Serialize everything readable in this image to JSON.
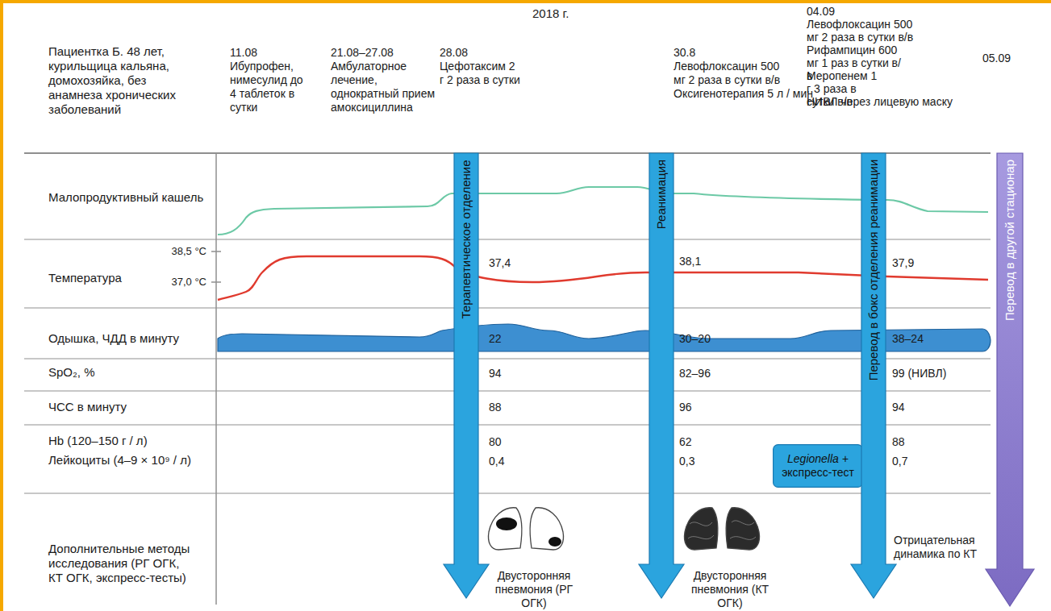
{
  "diagram": {
    "nodes": [
      {
        "text": [
          "Терапевтическое отделение"
        ]
      },
      {
        "text": [
          "Реанимация"
        ]
      },
      {
        "text": [
          "Legionella +",
          "экспресс-тест"
        ]
      },
      {
        "text": [
          "Перевод в бокс отделения реанимации"
        ]
      },
      {
        "text": [
          "Перевод в другой стационар"
        ]
      }
    ],
    "labels": [
      "2018 г.",
      "Пациентка Б. 48 лет, курильщица кальяна, домохозяйка, без анамнеза хронических заболеваний",
      "11.08",
      "Ибупрофен, нимесулид до 4 таблеток в сутки",
      "21.08–27.08",
      "Амбулаторное лечение, однократный прием амоксициллина",
      "28.08",
      "Цефотаксим 2 г 2 раза в сутки",
      "30.8",
      "Левофлоксацин 500 мг 2 раза в сутки в/в",
      "Оксигенотерапия 5 л / мин",
      "04.09",
      "Левофлоксацин 500 мг 2 раза в сутки в/в",
      "Рифампицин 600 мг 1 раз в сутки в/в",
      "Меропенем 1 г 3 раза в сутки в/в",
      "НИВЛ через лицевую маску",
      "05.09",
      "Малопродуктивный кашель",
      "38,5 °C",
      "Температура",
      "37,0 °C",
      "Одышка, ЧДД в минуту",
      "SpO₂, %",
      "ЧСС в минуту",
      "Hb (120–150 г / л)",
      "Лейкоциты (4–9 × 10⁹ / л)",
      "Дополнительные методы исследования (РГ ОГК, КТ ОГК, экспресс-тесты)",
      "37,4",
      "22",
      "94",
      "88",
      "80",
      "0,4",
      "38,1",
      "30–20",
      "82–96",
      "96",
      "62",
      "0,3",
      "37,9",
      "38–24",
      "99 (НИВЛ)",
      "94",
      "88",
      "0,7",
      "Двусторонняя пневмония (РГ ОГК)",
      "Двусторонняя пневмония (КТ ОГК)",
      "Отрицательная динамика по КТ"
    ]
  }
}
